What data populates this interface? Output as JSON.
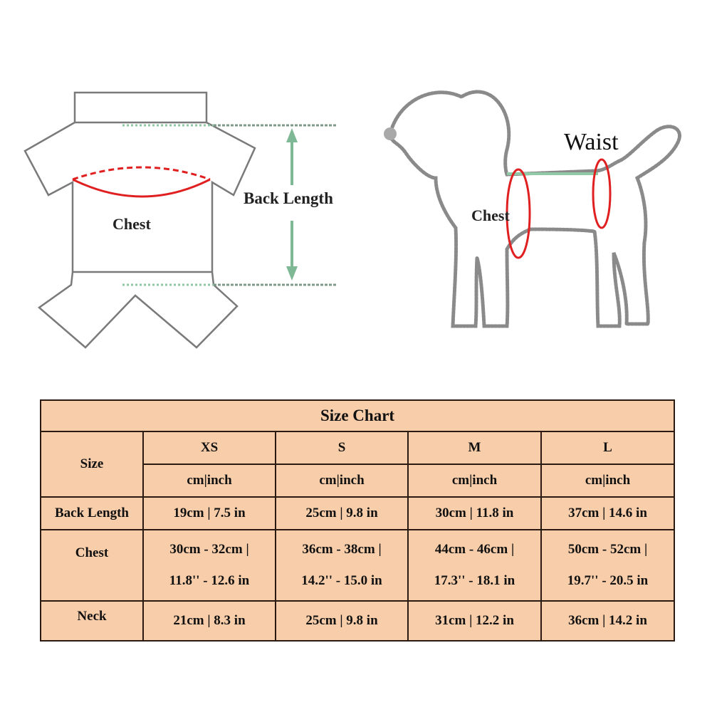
{
  "diagram_left": {
    "chest_label": "Chest",
    "back_length_label": "Back Length"
  },
  "diagram_right": {
    "waist_label": "Waist",
    "chest_label": "Chest"
  },
  "colors": {
    "table_bg": "#f8cdaa",
    "chest_line": "#e02020",
    "measure_line": "#8fc9a6",
    "outline": "#777777"
  },
  "size_chart": {
    "title": "Size Chart",
    "size_label": "Size",
    "sizes": [
      "XS",
      "S",
      "M",
      "L"
    ],
    "unit_label": "cm|inch",
    "rows": [
      {
        "label": "Back Length",
        "values": [
          "19cm | 7.5 in",
          "25cm | 9.8 in",
          "30cm | 11.8 in",
          "37cm | 14.6 in"
        ]
      },
      {
        "label": "Chest",
        "values": [
          [
            "30cm - 32cm |",
            "11.8'' - 12.6 in"
          ],
          [
            "36cm - 38cm |",
            "14.2'' - 15.0 in"
          ],
          [
            "44cm - 46cm |",
            "17.3'' - 18.1 in"
          ],
          [
            "50cm - 52cm |",
            "19.7'' - 20.5 in"
          ]
        ]
      },
      {
        "label": "Neck",
        "values": [
          "21cm | 8.3 in",
          "25cm | 9.8 in",
          "31cm | 12.2 in",
          "36cm | 14.2 in"
        ]
      }
    ]
  }
}
